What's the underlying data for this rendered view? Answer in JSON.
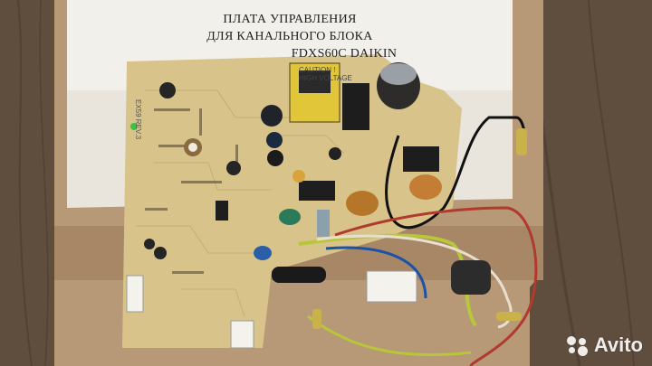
{
  "label": {
    "line1": "ПЛАТА УПРАВЛЕНИЯ",
    "line2": "ДЛЯ КАНАЛЬНОГО БЛОКА",
    "line3": "FDXS60C  DAIKIN"
  },
  "board_text": {
    "caution": "CAUTION !",
    "high_voltage": "HIGH VOLTAGE",
    "rev": "EX59 REV.3"
  },
  "watermark": {
    "text": "Avito",
    "icon": "avito-logo-icon"
  },
  "colors": {
    "wood_background": "#5a4a3c",
    "paper": "#f2f0ea",
    "pcb": "#d8c48a",
    "wire_black": "#111111",
    "wire_red": "#b03a2e",
    "wire_yellow_green": "#b8c63a"
  }
}
